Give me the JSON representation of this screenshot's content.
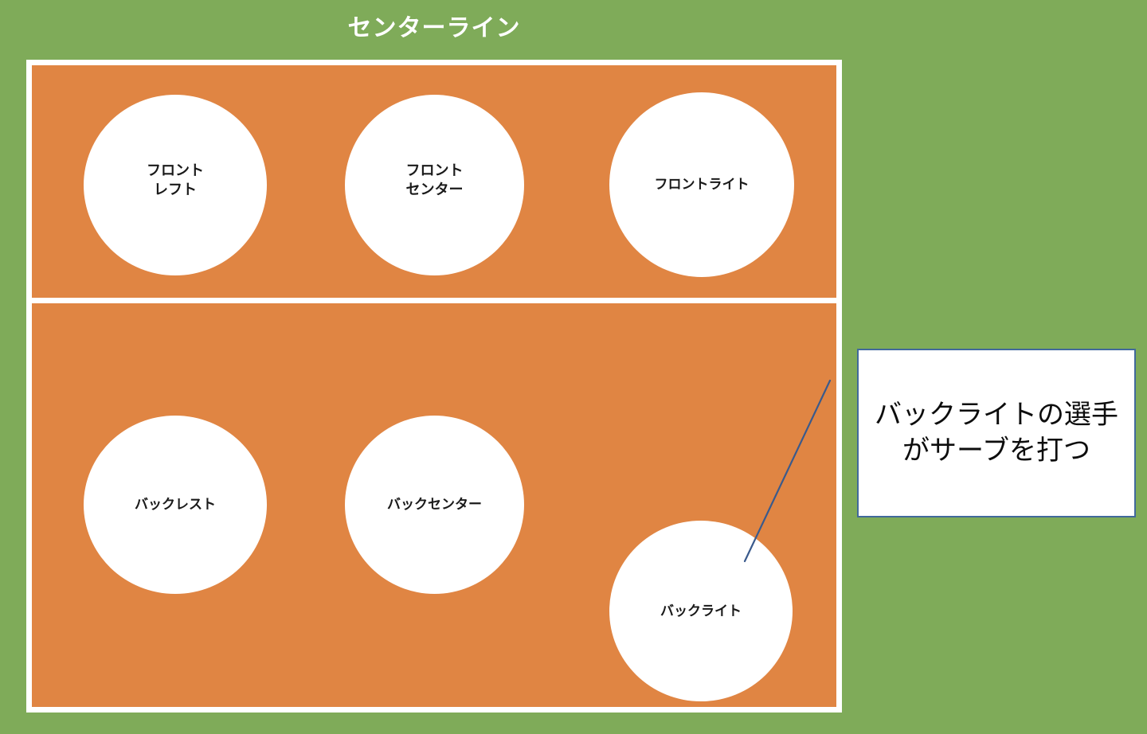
{
  "diagram": {
    "type": "volleyball-court-rotation",
    "title": "センターライン",
    "colors": {
      "background_green": "#7FAB59",
      "court_orange": "#E08543",
      "court_line_white": "#FFFFFF",
      "callout_border_blue": "#41699B",
      "connector_line_blue": "#3A5A8C",
      "label_text": "#1A1A1A",
      "title_text": "#FFFFFF"
    }
  },
  "court": {
    "front_zone": {
      "name": "front-zone",
      "players": [
        {
          "id": "front-left",
          "label": "フロント\nレフト"
        },
        {
          "id": "front-center",
          "label": "フロント\nセンター"
        },
        {
          "id": "front-right",
          "label": "フロントライト"
        }
      ]
    },
    "back_zone": {
      "name": "back-zone",
      "players": [
        {
          "id": "back-left",
          "label": "バックレスト"
        },
        {
          "id": "back-center",
          "label": "バックセンター"
        },
        {
          "id": "back-right",
          "label": "バックライト"
        }
      ]
    }
  },
  "callout": {
    "text": "バックライトの選手がサーブを打つ",
    "points_to": "back-right"
  }
}
